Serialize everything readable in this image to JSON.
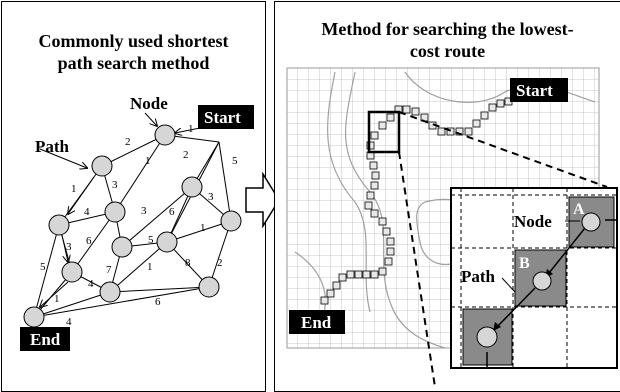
{
  "left_panel": {
    "title_line1": "Commonly used shortest",
    "title_line2": "path search method",
    "node_label": "Node",
    "path_label": "Path",
    "start_label": "Start",
    "end_label": "End",
    "edge_weights": [
      "1",
      "2",
      "1",
      "2",
      "5",
      "1",
      "3",
      "3",
      "4",
      "3",
      "6",
      "5",
      "3",
      "6",
      "1",
      "7",
      "1",
      "8",
      "2",
      "5",
      "1",
      "4",
      "4",
      "6"
    ]
  },
  "right_panel": {
    "title_line1": "Method for searching the lowest-",
    "title_line2": "cost route",
    "start_label": "Start",
    "end_label": "End",
    "inset_node_label": "Node",
    "inset_path_label": "Path",
    "cell_a_label": "A",
    "cell_b_label": "B"
  },
  "colors": {
    "node_fill": "#d6d6d6",
    "cell_fill": "#8a8a8a",
    "tag_bg": "#000000"
  }
}
